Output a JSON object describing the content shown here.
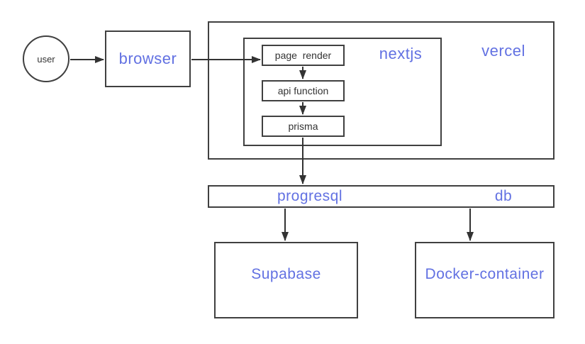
{
  "diagram": {
    "background": "#ffffff",
    "colors": {
      "accent_blue": "#6271e2",
      "border_dark": "#404040",
      "arrow": "#333333",
      "small_text": "#333333"
    },
    "nodes": {
      "user": "user",
      "browser": "browser",
      "vercel": "vercel",
      "nextjs": "nextjs",
      "page_render": "page  render",
      "api_function": "api function",
      "prisma": "prisma",
      "progresql": "progresql",
      "db": "db",
      "supabase": "Supabase",
      "docker_container": "Docker-container"
    },
    "edges": [
      {
        "from": "user",
        "to": "browser"
      },
      {
        "from": "browser",
        "to": "page_render"
      },
      {
        "from": "page_render",
        "to": "api_function"
      },
      {
        "from": "api_function",
        "to": "prisma"
      },
      {
        "from": "prisma",
        "to": "progresql-db-bar"
      },
      {
        "from": "progresql-db-bar",
        "to": "supabase"
      },
      {
        "from": "progresql-db-bar",
        "to": "docker_container"
      }
    ]
  }
}
